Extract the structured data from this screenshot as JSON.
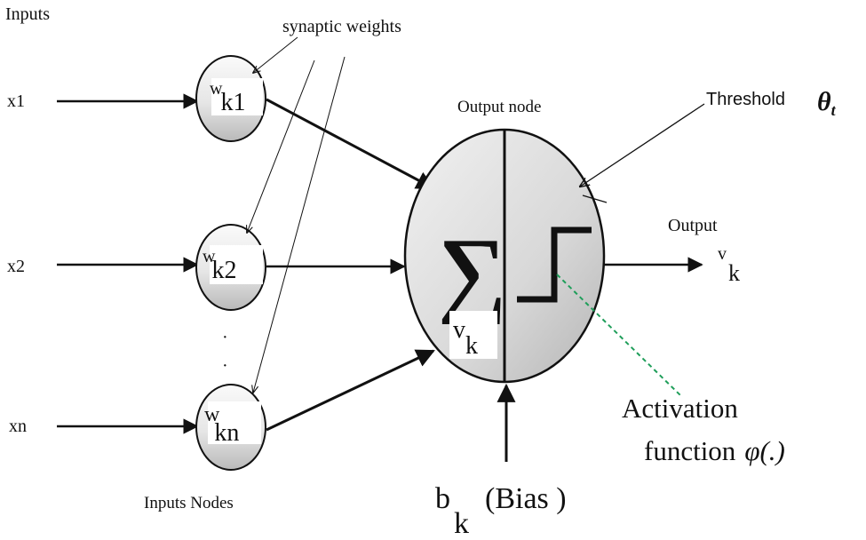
{
  "labels": {
    "inputs_heading": "Inputs",
    "synaptic_weights": "synaptic weights",
    "output_node": "Output node",
    "threshold": "Threshold",
    "threshold_symbol": "θ",
    "threshold_subscript": "t",
    "output": "Output",
    "inputs_nodes": "Inputs Nodes",
    "activation_line1": "Activation",
    "activation_line2": "function",
    "activation_symbol": "φ(.)",
    "bias": "(Bias )"
  },
  "inputs": [
    {
      "label": "x1",
      "weight_w": "w",
      "weight_sub": "k1"
    },
    {
      "label": "x2",
      "weight_w": "w",
      "weight_sub": "k2"
    },
    {
      "label": "xn",
      "weight_w": "w",
      "weight_sub": "kn"
    }
  ],
  "ellipsis": "·",
  "summation": {
    "symbol": "∑",
    "v": "v",
    "v_sub": "k"
  },
  "output_value": {
    "v": "v",
    "v_sub": "k"
  },
  "bias_symbol": {
    "b": "b",
    "b_sub": "k"
  },
  "colors": {
    "node_fill_top": "#f4f4f4",
    "node_fill_bottom": "#cfcfcf",
    "stroke": "#111111",
    "activation_pointer": "#1f9e5a"
  }
}
